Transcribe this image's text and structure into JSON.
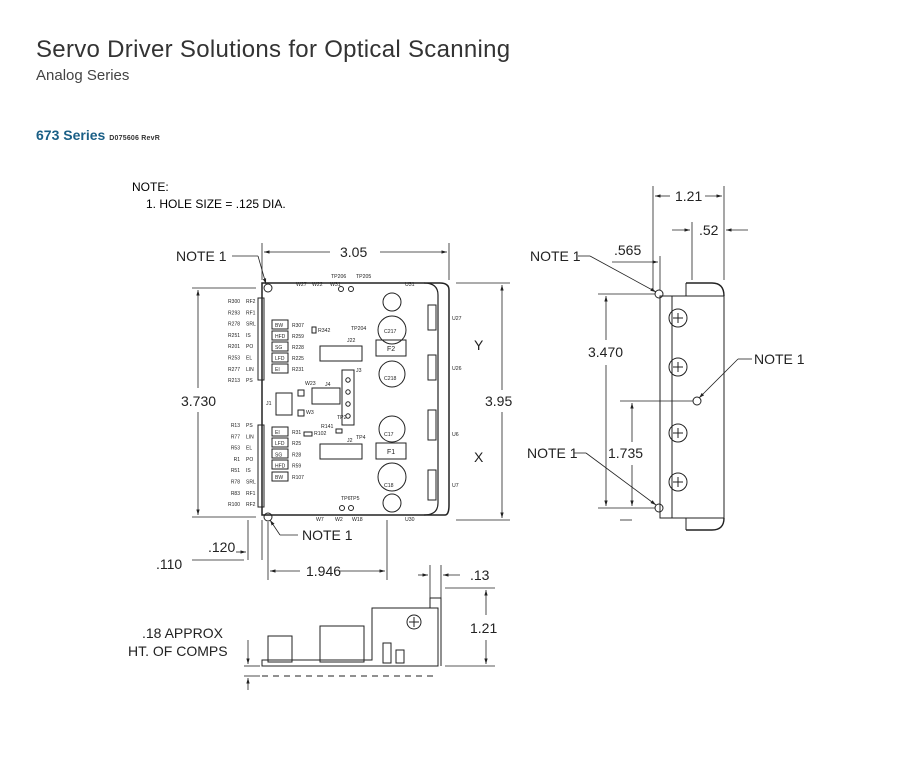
{
  "header": {
    "title": "Servo Driver Solutions for Optical Scanning",
    "subtitle": "Analog Series",
    "series_name": "673 Series",
    "doc_number": "D075606 RevR"
  },
  "note": {
    "heading": "NOTE:",
    "line1": "1. HOLE SIZE = .125 DIA."
  },
  "dimensions": {
    "board_width": "3.05",
    "board_height": "3.730",
    "overall_height": "3.95",
    "hole_offset_y": ".110",
    "hole_offset_x": ".120",
    "hole_spacing": "1.946",
    "bracket_thickness": ".13",
    "side_height": "1.21",
    "comp_height_1": ".18 APPROX",
    "comp_height_2": "HT. OF COMPS",
    "side_depth": "1.21",
    "side_offset": ".52",
    "side_hole_x": ".565",
    "side_hole_span": "3.470",
    "side_hole_mid": "1.735"
  },
  "callouts": {
    "note1_a": "NOTE 1",
    "note1_b": "NOTE 1",
    "note1_c": "NOTE 1",
    "note1_d": "NOTE 1",
    "note1_e": "NOTE 1"
  },
  "axes": {
    "y": "Y",
    "x": "X"
  },
  "board_labels": {
    "tp206": "TP206",
    "tp205": "TP205",
    "u31": "U31",
    "u27": "U27",
    "u26": "U26",
    "u6": "U6",
    "u7": "U7",
    "u30": "U30",
    "tp204": "TP204",
    "j22": "J22",
    "c217": "C217",
    "f2": "F2",
    "c218": "C218",
    "j3": "J3",
    "j4": "J4",
    "w23": "W23",
    "j1": "J1",
    "w3": "W3",
    "tp2": "TP2",
    "r141": "R141",
    "r102": "R102",
    "tp4": "TP4",
    "c17": "C17",
    "j2": "J2",
    "f1": "F1",
    "c18": "C18",
    "r342": "R342",
    "tp6": "TP6",
    "tp5": "TP5",
    "w7": "W7",
    "w2": "W2",
    "w18": "W18",
    "w27": "W27",
    "w22": "W22",
    "w31": "W31",
    "upper_refs": [
      "R300",
      "R293",
      "R278",
      "R251",
      "R201",
      "R253",
      "R277",
      "R213"
    ],
    "upper_sigs": [
      "RF2",
      "RF1",
      "SRL",
      "IS",
      "PO",
      "EL",
      "LIN",
      "PS"
    ],
    "lower_refs": [
      "R13",
      "R77",
      "R53",
      "R1",
      "R51",
      "R78",
      "R83",
      "R100"
    ],
    "lower_sigs": [
      "PS",
      "LIN",
      "EL",
      "PO",
      "IS",
      "SRL",
      "RF1",
      "RF2"
    ],
    "upper_boxes": [
      "BW",
      "HFD",
      "SG",
      "LFD",
      "EI"
    ],
    "upper_res": [
      "R307",
      "R259",
      "R228",
      "R225",
      "R231"
    ],
    "lower_boxes": [
      "EI",
      "LFD",
      "SG",
      "HFD",
      "BW"
    ],
    "lower_res": [
      "R31",
      "R25",
      "R28",
      "R59",
      "R107"
    ]
  }
}
